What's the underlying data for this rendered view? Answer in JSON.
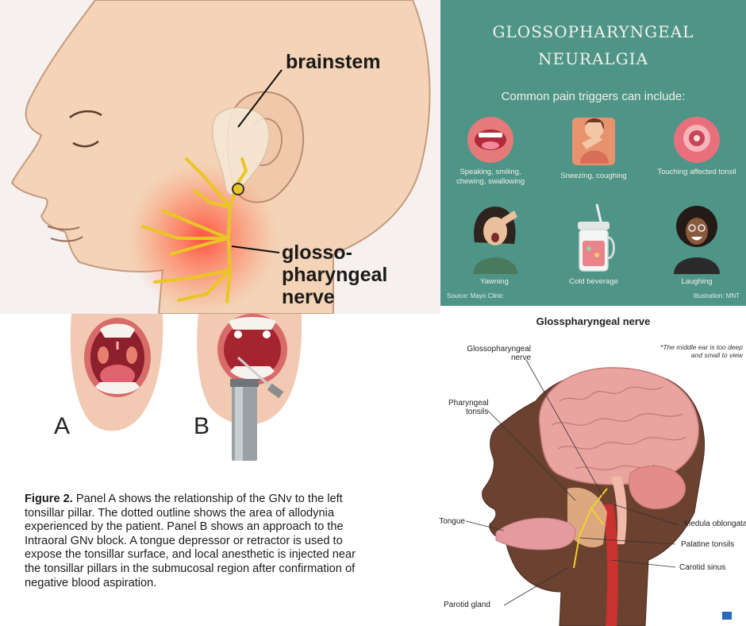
{
  "head_panel": {
    "label_brainstem": "brainstem",
    "label_nerve_line1": "glosso-",
    "label_nerve_line2": "pharyngeal",
    "label_nerve_line3": "nerve"
  },
  "triggers_panel": {
    "title_line1": "GLOSSOPHARYNGEAL",
    "title_line2": "NEURALGIA",
    "subtitle": "Common pain triggers can include:",
    "triggers": [
      {
        "label_line1": "Speaking, smiling,",
        "label_line2": "chewing, swallowing",
        "icon": "mouth-icon"
      },
      {
        "label_line1": "Sneezing, coughing",
        "label_line2": "",
        "icon": "coughing-person-icon"
      },
      {
        "label_line1": "Touching affected tonsil",
        "label_line2": "",
        "icon": "tonsil-icon"
      },
      {
        "label_line1": "Yawning",
        "label_line2": "",
        "icon": "yawning-person-icon"
      },
      {
        "label_line1": "Cold beverage",
        "label_line2": "",
        "icon": "cold-drink-icon"
      },
      {
        "label_line1": "Laughing",
        "label_line2": "",
        "icon": "laughing-person-icon"
      }
    ],
    "footer_left": "Source: Mayo Clinic",
    "footer_right": "Illustration: MNT"
  },
  "mouth_panel": {
    "letter_a": "A",
    "letter_b": "B",
    "caption_bold": "Figure 2.",
    "caption_text": " Panel A shows the relationship of the GNv to the left tonsillar pillar. The dotted outline shows the area of allodynia experienced by the patient. Panel B shows an approach to the Intraoral GNv block. A tongue depressor or retractor is used to expose the tonsillar surface, and local anesthetic is injected near the tonsillar pillars in the submucosal region after confirmation of negative blood aspiration."
  },
  "anatomy_panel": {
    "title": "Glosspharyngeal nerve",
    "note_line1": "*The middle ear is too deep",
    "note_line2": "and small to view",
    "label_gn_line1": "Glossopharyngeal",
    "label_gn_line2": "nerve",
    "label_pt_line1": "Pharyngeal",
    "label_pt_line2": "tonsils",
    "label_tongue": "Tongue",
    "label_parotid": "Parotid gland",
    "label_medulla": "Medula oblongata",
    "label_palatine": "Palatine tonsils",
    "label_carotid": "Carotid sinus"
  },
  "colors": {
    "skin": "#f4dccb",
    "teal": "#4e9588",
    "nerve": "#f2d22a",
    "brain": "#e9a4a0"
  }
}
